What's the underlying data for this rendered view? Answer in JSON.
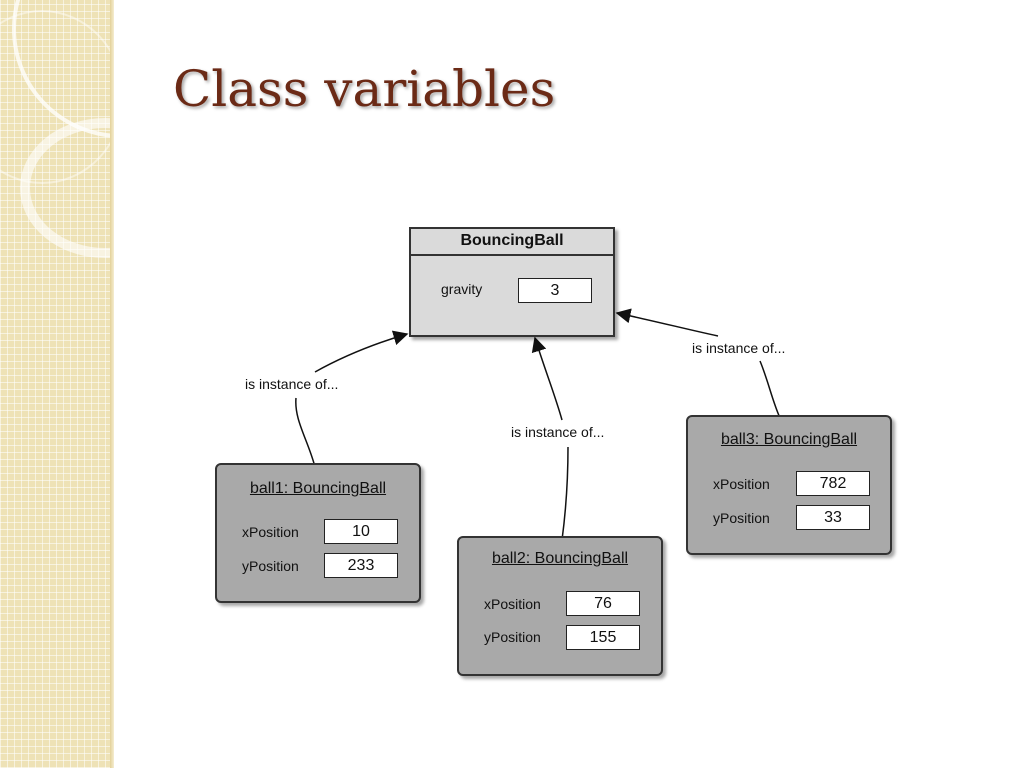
{
  "slide": {
    "title": "Class variables"
  },
  "class_box": {
    "name": "BouncingBall",
    "field_label": "gravity",
    "field_value": "3"
  },
  "objects": [
    {
      "title": "ball1: BouncingBall",
      "fields": [
        {
          "label": "xPosition",
          "value": "10"
        },
        {
          "label": "yPosition",
          "value": "233"
        }
      ]
    },
    {
      "title": "ball2: BouncingBall",
      "fields": [
        {
          "label": "xPosition",
          "value": "76"
        },
        {
          "label": "yPosition",
          "value": "155"
        }
      ]
    },
    {
      "title": "ball3: BouncingBall",
      "fields": [
        {
          "label": "xPosition",
          "value": "782"
        },
        {
          "label": "yPosition",
          "value": "33"
        }
      ]
    }
  ],
  "relations": [
    {
      "label": "is instance of..."
    },
    {
      "label": "is instance of..."
    },
    {
      "label": "is instance of..."
    }
  ],
  "colors": {
    "title": "#6b2a16",
    "sidebar": "#eee2b6",
    "class_box_fill": "#dadada",
    "object_box_fill": "#a9a9a9"
  }
}
